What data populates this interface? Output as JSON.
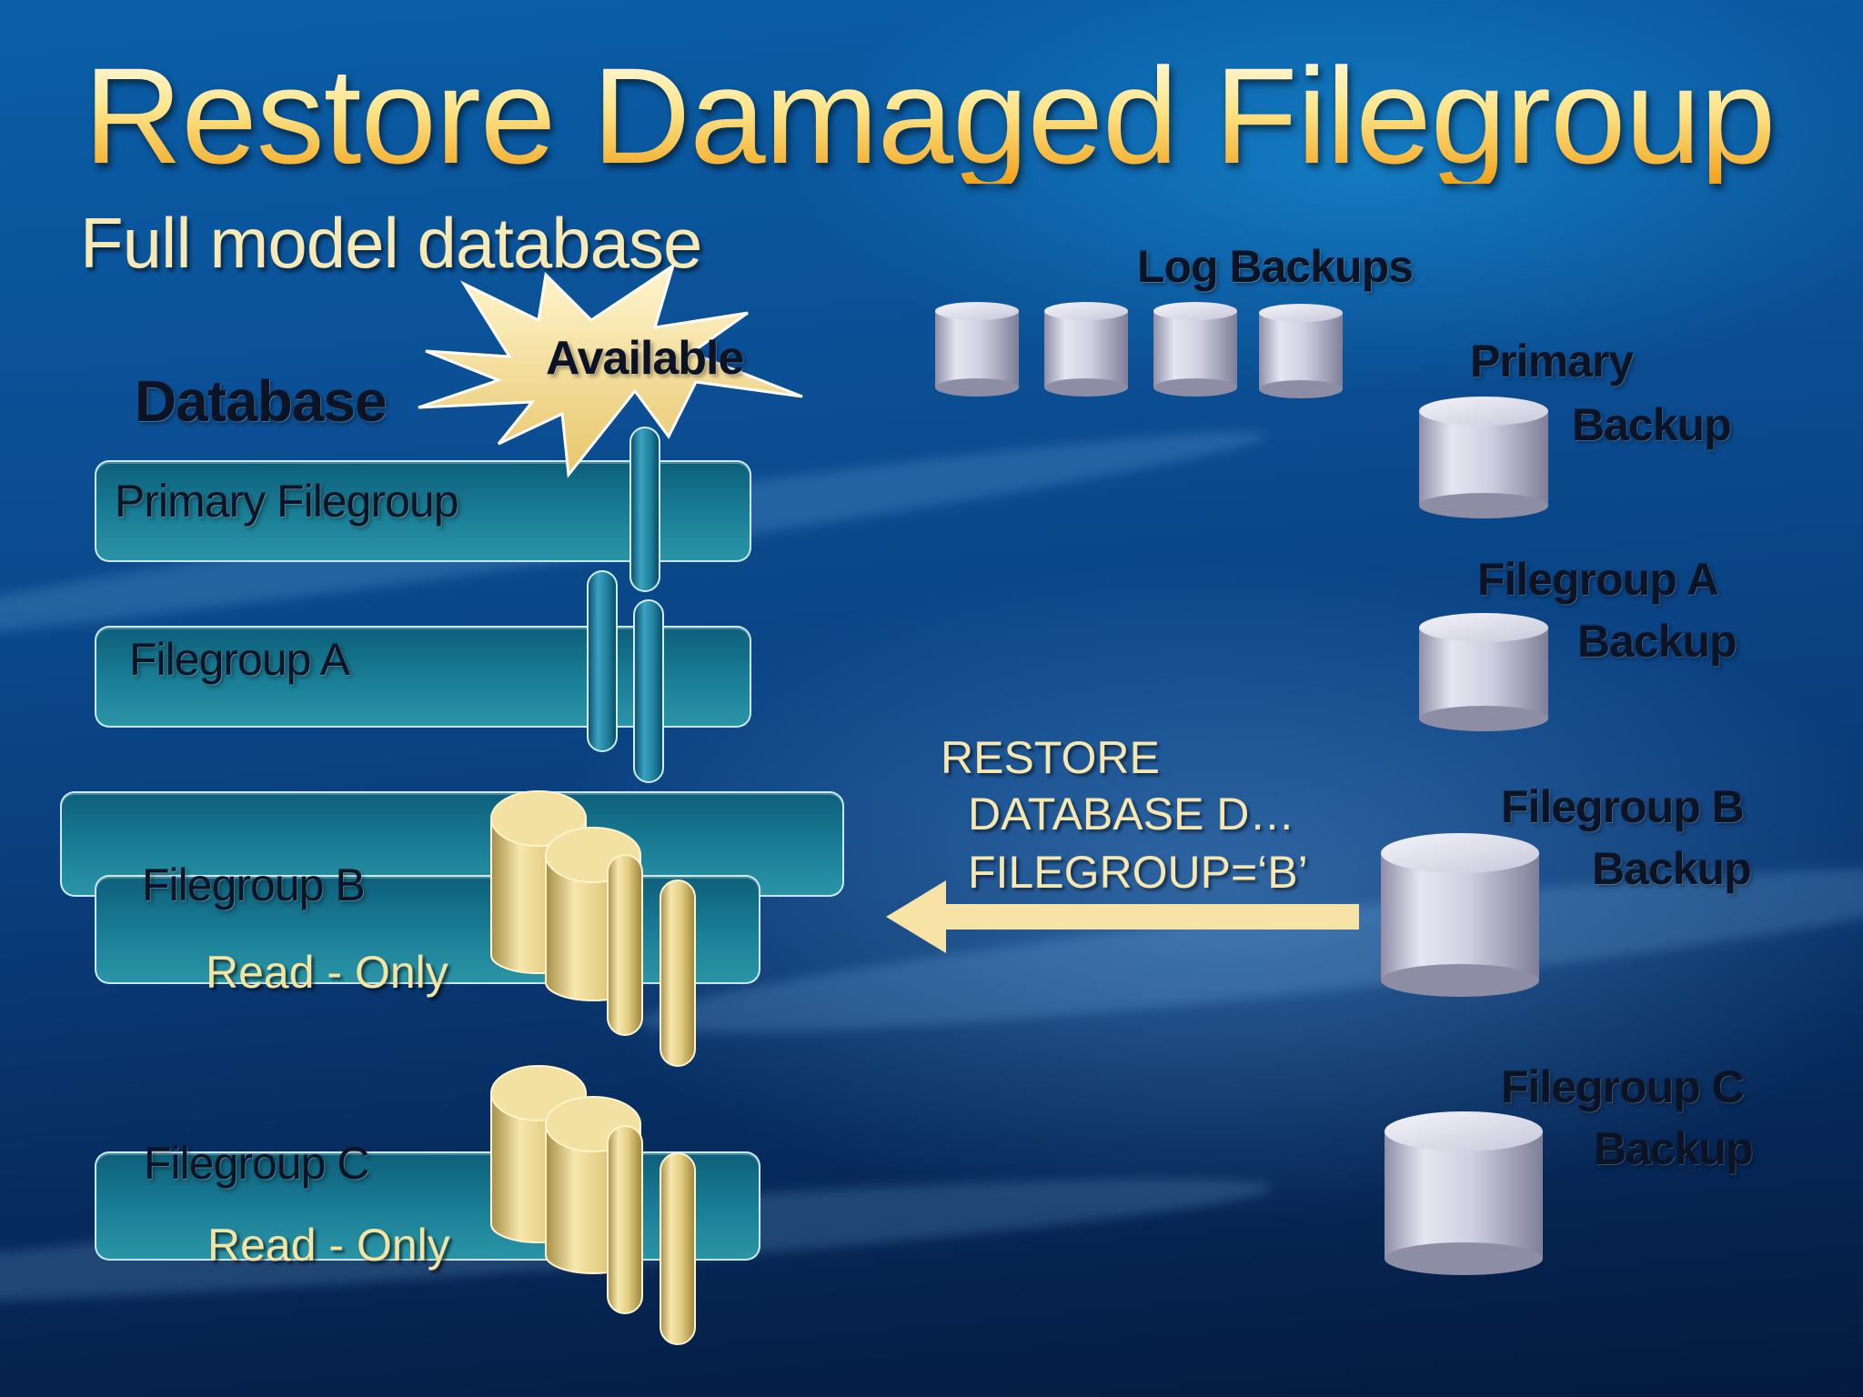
{
  "title": "Restore Damaged Filegroup",
  "subtitle": "Full model database",
  "database_label": "Database",
  "available_label": "Available",
  "log_backups_label": "Log Backups",
  "filegroups": {
    "primary": "Primary Filegroup",
    "a": "Filegroup A",
    "b": "Filegroup B",
    "c": "Filegroup C",
    "read_only": "Read - Only"
  },
  "restore_command": {
    "line1": "RESTORE",
    "line2": "DATABASE D…",
    "line3": "FILEGROUP=‘B’"
  },
  "backups": {
    "primary": [
      "Primary",
      "Backup"
    ],
    "filegroup_a": [
      "Filegroup A",
      "Backup"
    ],
    "filegroup_b": [
      "Filegroup B",
      "Backup"
    ],
    "filegroup_c": [
      "Filegroup C",
      "Backup"
    ]
  },
  "colors": {
    "title_gold": "#f2a21a",
    "readonly_gold": "#e8d48a",
    "arrow": "#f7e3a6",
    "bar_teal": "#1a7f97",
    "cylinder_gray": "#c7c6d8"
  }
}
